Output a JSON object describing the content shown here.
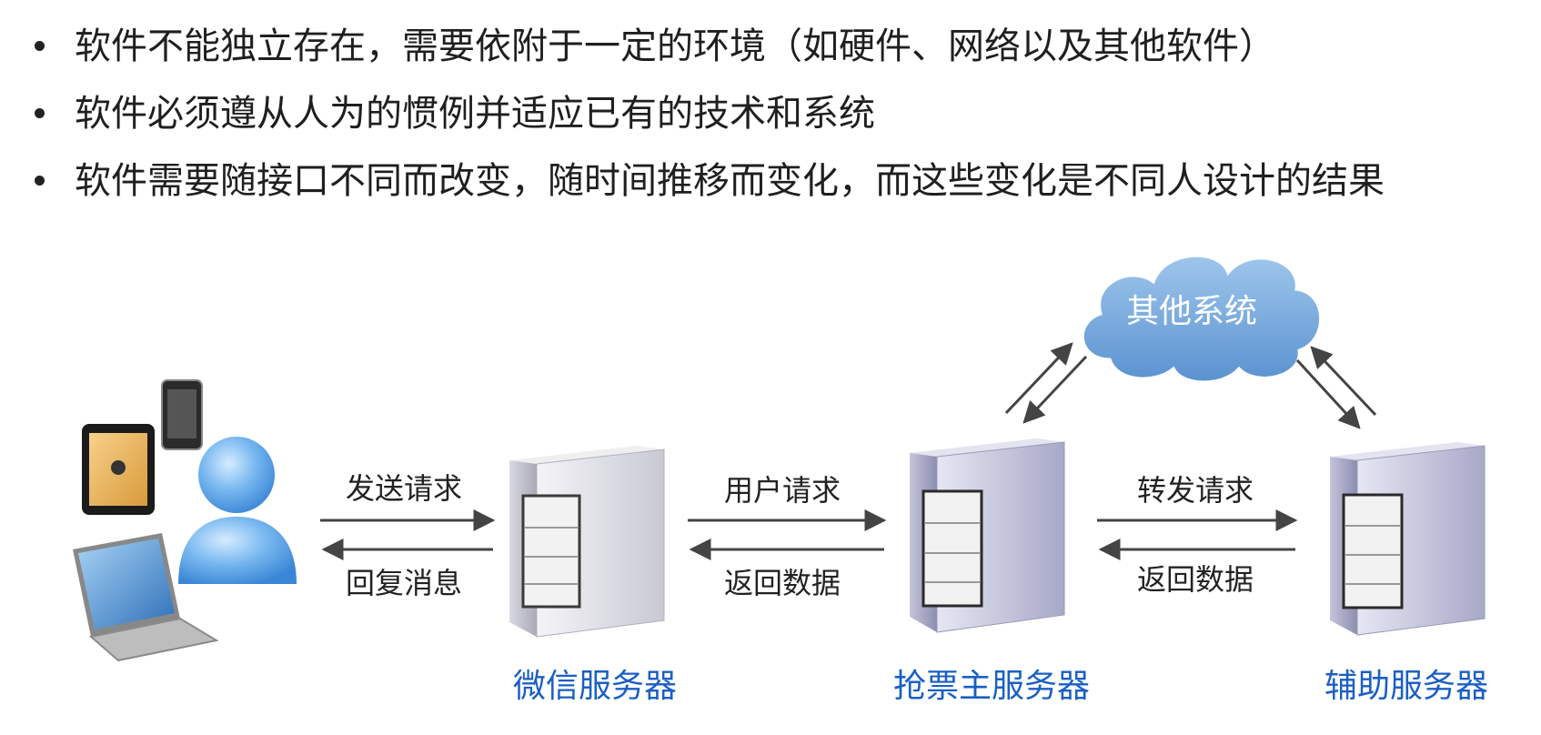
{
  "bullets": [
    "软件不能独立存在，需要依附于一定的环境（如硬件、网络以及其他软件）",
    "软件必须遵从人为的惯例并适应已有的技术和系统",
    "软件需要随接口不同而改变，随时间推移而变化，而这些变化是不同人设计的结果"
  ],
  "diagram": {
    "cloud_label": "其他系统",
    "nodes": {
      "wechat": "微信服务器",
      "main": "抢票主服务器",
      "aux": "辅助服务器"
    },
    "edges": {
      "send_request": "发送请求",
      "reply_message": "回复消息",
      "user_request": "用户请求",
      "return_data_1": "返回数据",
      "forward_request": "转发请求",
      "return_data_2": "返回数据"
    },
    "colors": {
      "node_label": "#1a5fc4",
      "cloud_fill": "#6fa6dc",
      "arrow": "#444444"
    },
    "icons": [
      "user-icon",
      "tablet-icon",
      "phone-icon",
      "laptop-icon",
      "server-icon",
      "cloud-icon"
    ]
  }
}
